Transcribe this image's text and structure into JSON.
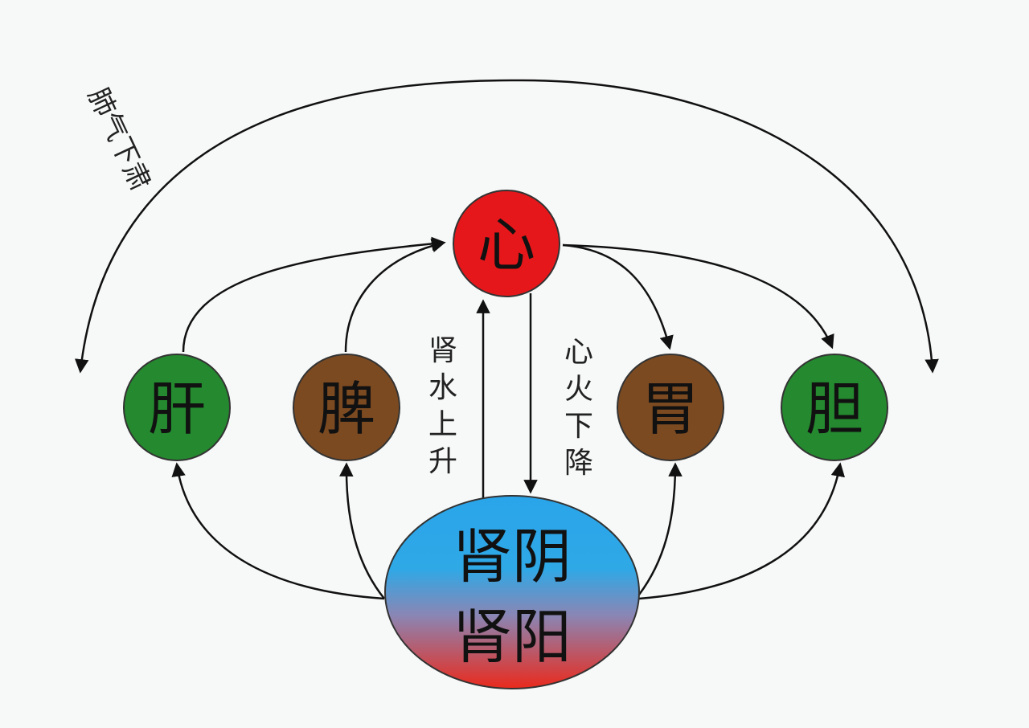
{
  "nodes": {
    "heart": {
      "label": "心",
      "color": "#e6171b"
    },
    "liver": {
      "label": "肝",
      "color": "#24892f"
    },
    "spleen": {
      "label": "脾",
      "color": "#7c4a21"
    },
    "stomach": {
      "label": "胃",
      "color": "#7c4a21"
    },
    "gallbladder": {
      "label": "胆",
      "color": "#24892f"
    },
    "kidney": {
      "label_top": "肾阴",
      "label_bottom": "肾阳",
      "color_top": "#2aa5ea",
      "color_bottom": "#ea2a1c"
    }
  },
  "flows": {
    "lung_qi_descends": "肺气下肃",
    "kidney_water_rises": [
      "肾",
      "水",
      "上",
      "升"
    ],
    "heart_fire_descends": [
      "心",
      "火",
      "下",
      "降"
    ]
  },
  "colors": {
    "background": "#f7f8f8",
    "line": "#111111"
  }
}
